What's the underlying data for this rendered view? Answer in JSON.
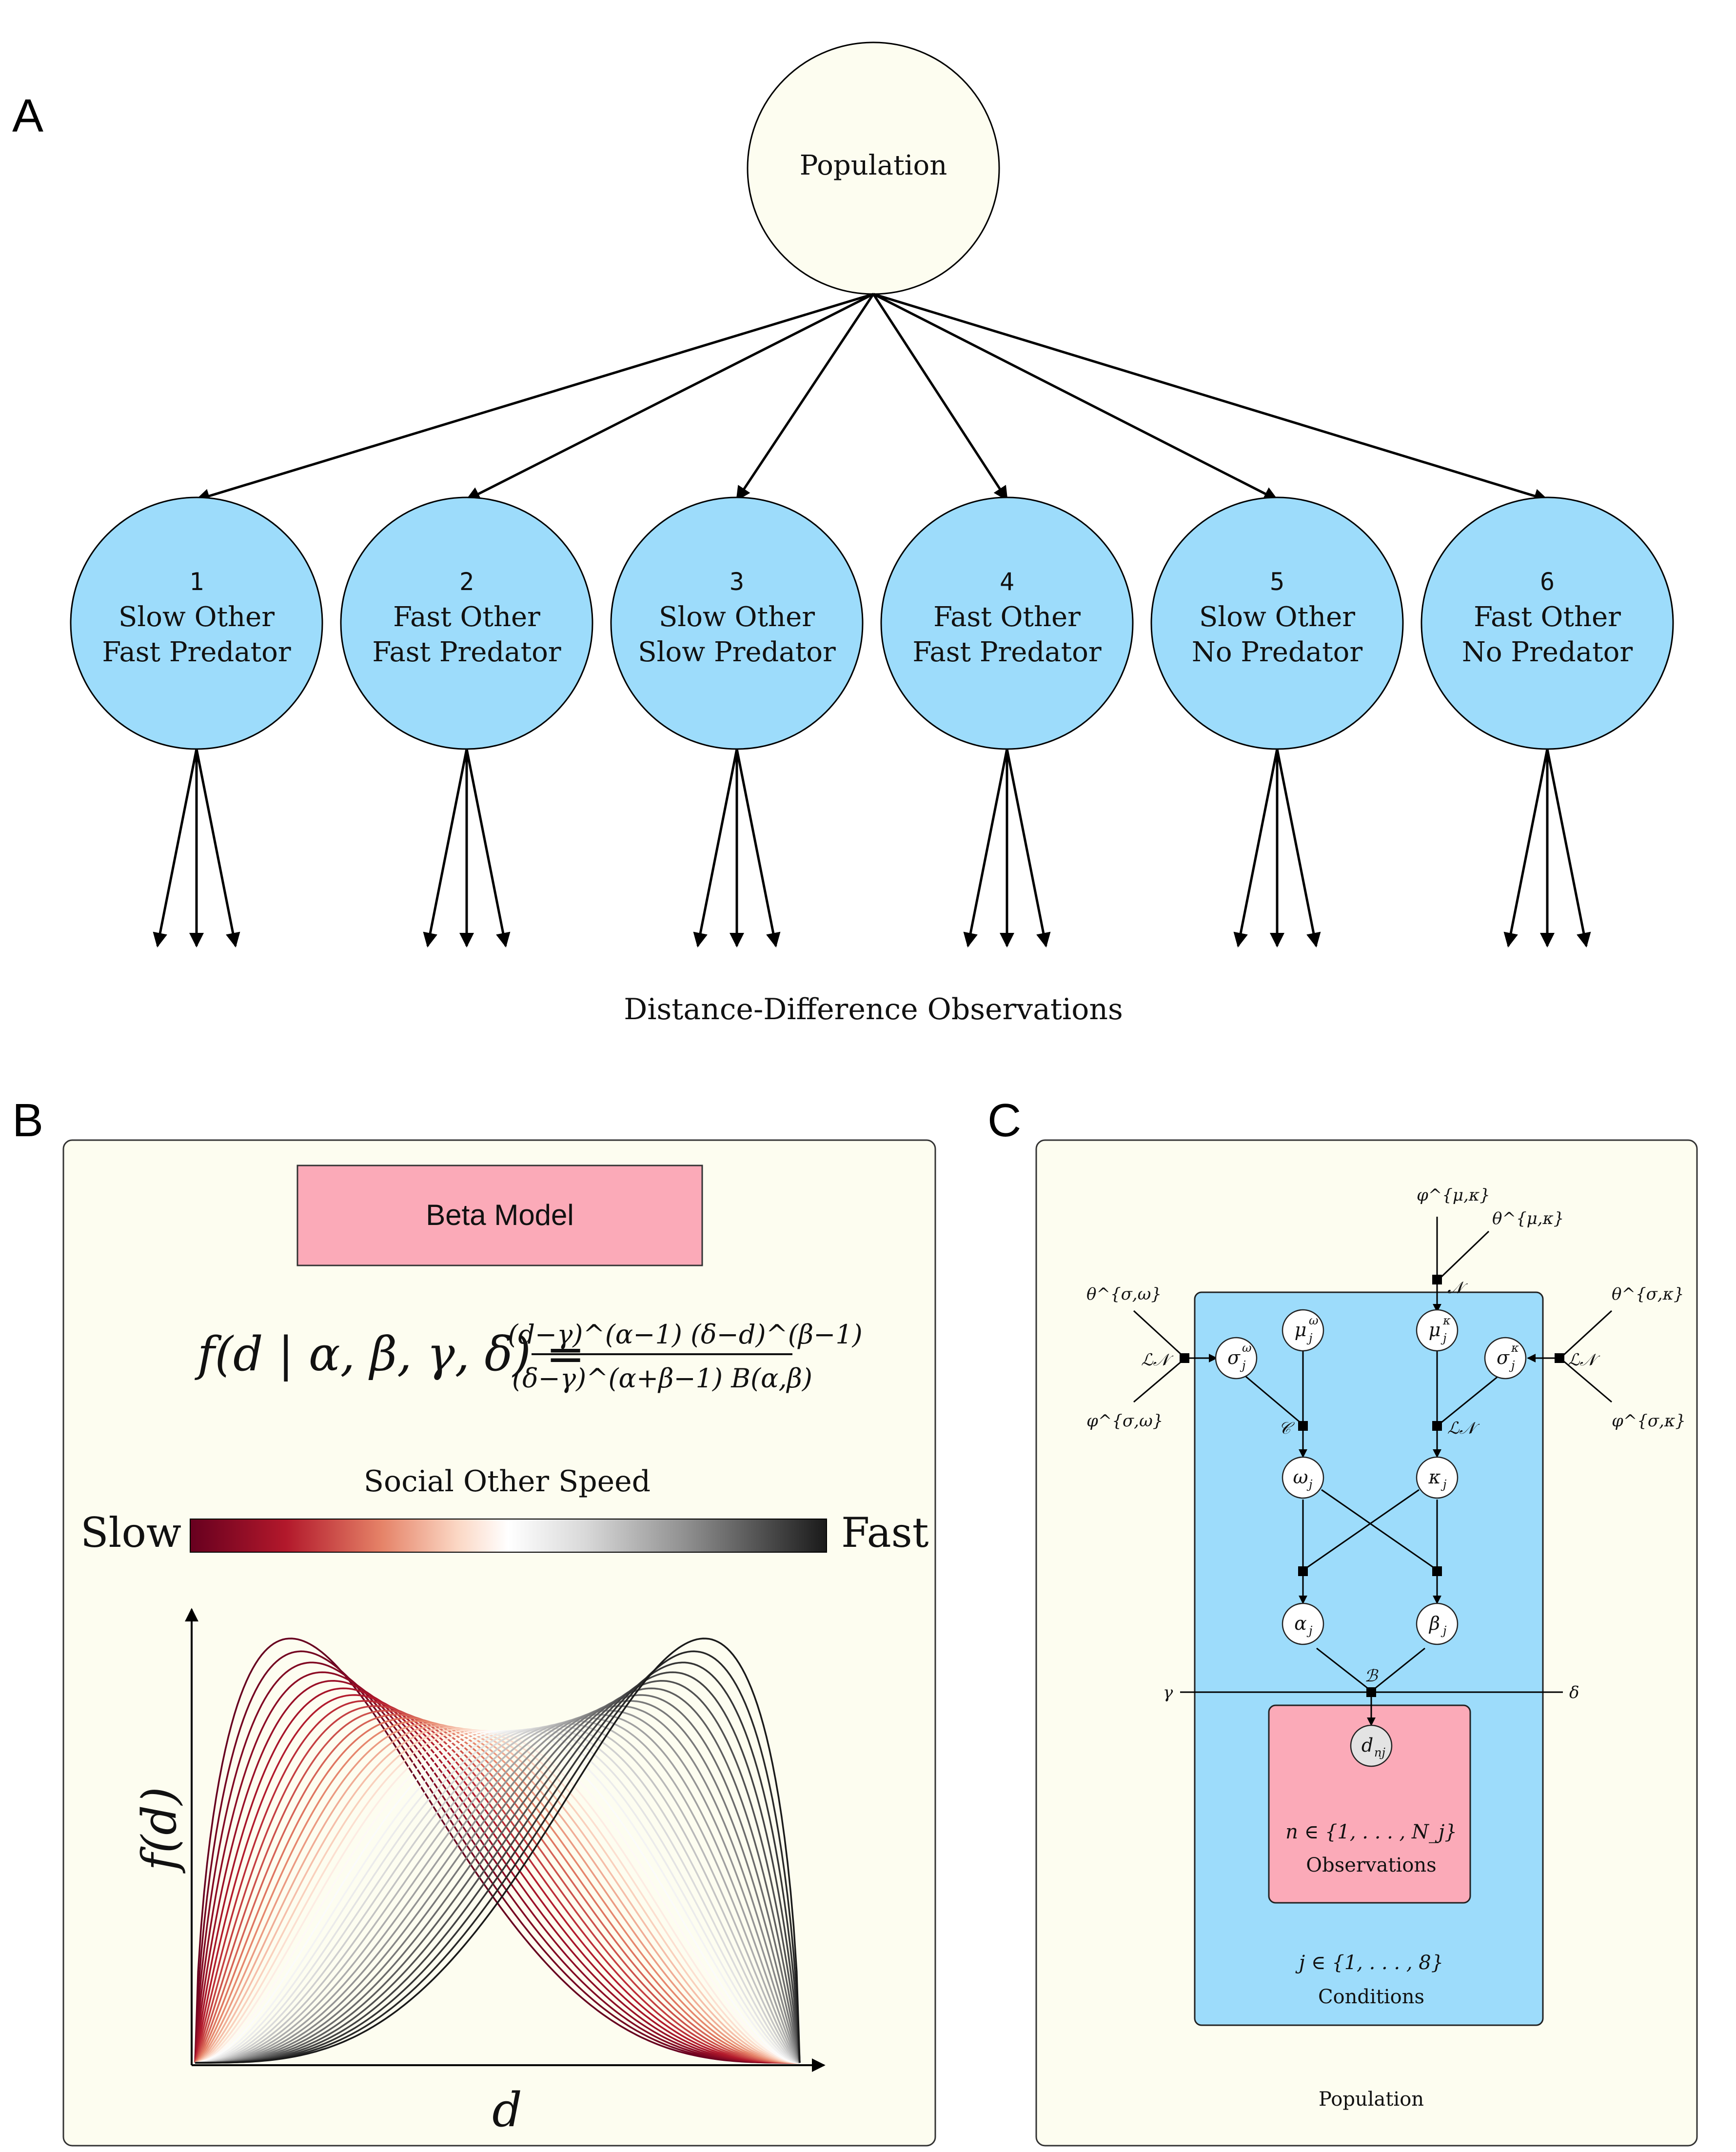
{
  "panels": {
    "a": "A",
    "b": "B",
    "c": "C"
  },
  "panel_a": {
    "population": "Population",
    "conditions": [
      {
        "num": "1",
        "line1": "Slow Other",
        "line2": "Fast Predator"
      },
      {
        "num": "2",
        "line1": "Fast Other",
        "line2": "Fast Predator"
      },
      {
        "num": "3",
        "line1": "Slow Other",
        "line2": "Slow Predator"
      },
      {
        "num": "4",
        "line1": "Fast Other",
        "line2": "Fast Predator"
      },
      {
        "num": "5",
        "line1": "Slow Other",
        "line2": "No Predator"
      },
      {
        "num": "6",
        "line1": "Fast Other",
        "line2": "No Predator"
      }
    ],
    "observations": "Distance-Difference Observations"
  },
  "panel_b": {
    "model_title": "Beta Model",
    "formula_lhs": "f(d | α, β, γ, δ) =",
    "formula_num": "(d−γ)^(α−1) (δ−d)^(β−1)",
    "formula_den": "(δ−γ)^(α+β−1) B(α,β)",
    "colorbar_title": "Social Other Speed",
    "colorbar_left": "Slow",
    "colorbar_right": "Fast",
    "ylabel": "f(d)",
    "xlabel": "d",
    "colors": {
      "slow": "#67001f",
      "mid": "#f7f7f7",
      "fast": "#1a1a1a"
    }
  },
  "panel_c": {
    "theta_mu_kappa": "θ^{μ,κ}",
    "phi_mu_kappa": "φ^{μ,κ}",
    "theta_sigma_omega": "θ^{σ,ω}",
    "phi_sigma_omega": "φ^{σ,ω}",
    "theta_sigma_kappa": "θ^{σ,κ}",
    "phi_sigma_kappa": "φ^{σ,κ}",
    "factor_N": "𝒩",
    "factor_LN_left": "ℒ𝒩",
    "factor_LN_right": "ℒ𝒩",
    "factor_LN_kappa": "ℒ𝒩",
    "factor_C": "𝒞",
    "factor_B": "ℬ",
    "node_sigma_omega": "σ",
    "node_mu_omega": "μ",
    "node_mu_kappa": "μ",
    "node_sigma_kappa": "σ",
    "node_omega": "ω",
    "node_kappa": "κ",
    "node_alpha": "α",
    "node_beta": "β",
    "node_d": "d",
    "gamma": "γ",
    "delta": "δ",
    "obs_range": "n ∈ {1, . . . , N_j}",
    "obs_label": "Observations",
    "cond_range": "j ∈ {1, . . . , 8}",
    "cond_label": "Conditions",
    "pop_label": "Population",
    "colors": {
      "plate_blue": "#9ddcfb",
      "plate_pink": "#fbaab8",
      "background": "#fdfdf0"
    }
  },
  "chart_data": {
    "type": "line",
    "title": "",
    "xlabel": "d",
    "ylabel": "f(d)",
    "colorbar": {
      "label": "Social Other Speed",
      "left": "Slow",
      "right": "Fast"
    },
    "description_series": "family of beta densities shifting from slow (dark red, left peak) through white to fast (black, right peak)",
    "series_count": 40,
    "alpha_range": [
      1.6,
      4.2
    ],
    "beta_range": [
      4.2,
      1.6
    ]
  }
}
